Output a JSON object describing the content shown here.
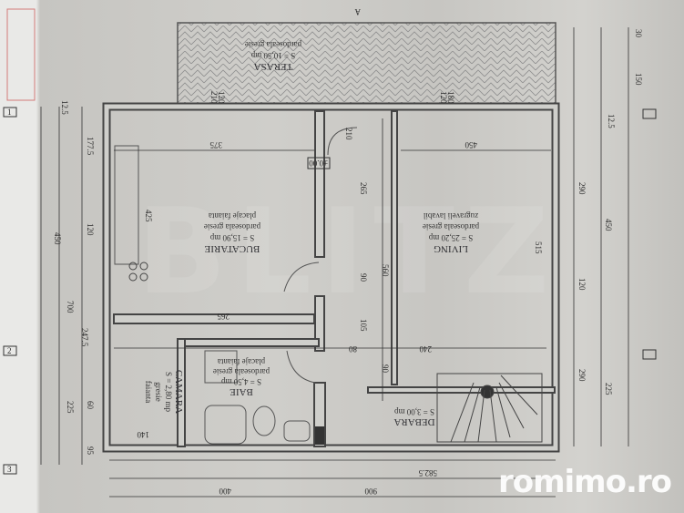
{
  "rooms": {
    "terasa": {
      "name": "TERASA",
      "area": "S = 10,50 mp",
      "finish": "pardoseala gresie"
    },
    "bucatarie": {
      "name": "BUCATARIE",
      "area": "S = 15,90 mp",
      "finish1": "pardoseala gresie",
      "finish2": "placaje faianta"
    },
    "living": {
      "name": "LIVING",
      "area": "S = 25,20 mp",
      "finish1": "pardoseala gresie",
      "finish2": "zugraveli lavabil"
    },
    "baie": {
      "name": "BAIE",
      "area": "S = 4,50 mp",
      "finish1": "pardoseala gresie",
      "finish2": "placaje faianta"
    },
    "debara": {
      "name": "DEBARA",
      "area": "S = 3,00 mp"
    },
    "camara": {
      "name": "CAMARA",
      "area": "S = 2,80 mp",
      "finish1": "gresie",
      "finish2": "faianta"
    }
  },
  "level": "±0.00",
  "dimensions": {
    "left": [
      "700",
      "450",
      "247.5",
      "225",
      "177.5",
      "120",
      "60",
      "95",
      "12.5"
    ],
    "right": [
      "450",
      "290",
      "120",
      "290",
      "225",
      "150",
      "30",
      "12.5"
    ],
    "inner": [
      "375",
      "450",
      "265",
      "560",
      "90",
      "105",
      "90",
      "240",
      "80",
      "210",
      "425",
      "515",
      "120",
      "210",
      "180",
      "120",
      "265",
      "140",
      "582.5",
      "900",
      "400"
    ]
  },
  "axis_labels": [
    "1",
    "2",
    "3",
    "A"
  ],
  "watermark": "romimo.ro",
  "ghost_watermark": "BLITZ"
}
